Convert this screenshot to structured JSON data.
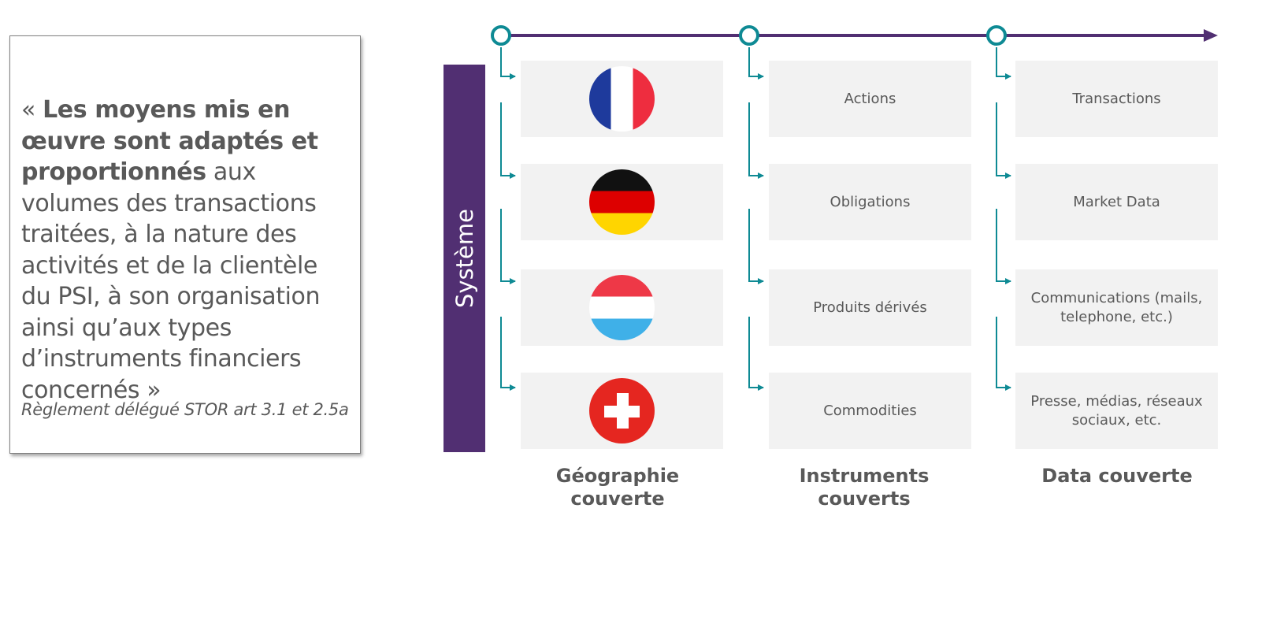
{
  "quote": {
    "open": "« ",
    "bold": "Les moyens mis en œuvre sont adaptés et proportionnés",
    "rest": " aux volumes des transactions traitées, à la nature des activités et de la clientèle du PSI, à son organisation ainsi qu’aux types d’instruments financiers concernés »",
    "source": "Règlement délégué STOR art 3.1 et 2.5a"
  },
  "system": {
    "label": "Système"
  },
  "columns": [
    {
      "title": "Géographie couverte",
      "items": [
        {
          "flag": "france-flag-icon"
        },
        {
          "flag": "germany-flag-icon"
        },
        {
          "flag": "luxembourg-flag-icon"
        },
        {
          "flag": "switzerland-flag-icon"
        }
      ]
    },
    {
      "title": "Instruments couverts",
      "items": [
        "Actions",
        "Obligations",
        "Produits dérivés",
        "Commodities"
      ]
    },
    {
      "title": "Data couverte",
      "items": [
        "Transactions",
        "Market Data",
        "Communications (mails, telephone, etc.)",
        "Presse, médias, réseaux sociaux, etc."
      ]
    }
  ],
  "colors": {
    "purple": "#512f72",
    "teal": "#0e8a94",
    "card": "#f2f2f2",
    "text": "#595959"
  }
}
